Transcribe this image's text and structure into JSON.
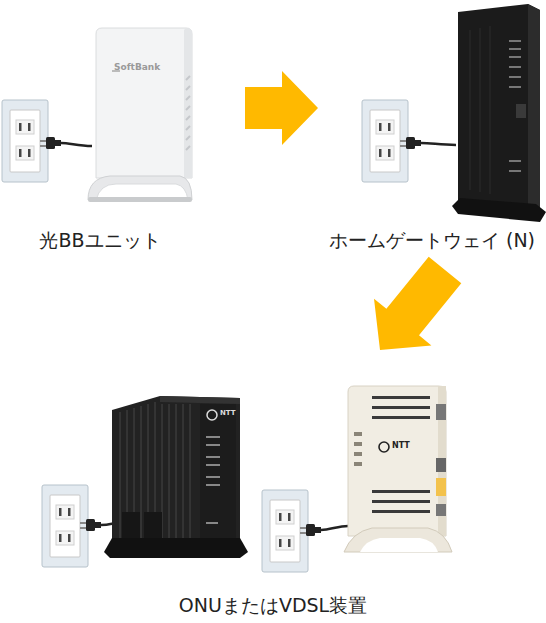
{
  "diagram": {
    "nodes": [
      {
        "text": [
          "光BBユニット"
        ]
      },
      {
        "text": [
          "ホームゲートウェイ (N)"
        ]
      },
      {
        "text": [
          "ONUまたはVDSL装置"
        ]
      }
    ],
    "edges": [
      {
        "from": 0,
        "to": 1,
        "arrow": "to"
      },
      {
        "from": 1,
        "to": 2,
        "arrow": "to"
      }
    ],
    "labels": [
      "SoftBank",
      "NTT",
      "NTT"
    ]
  }
}
